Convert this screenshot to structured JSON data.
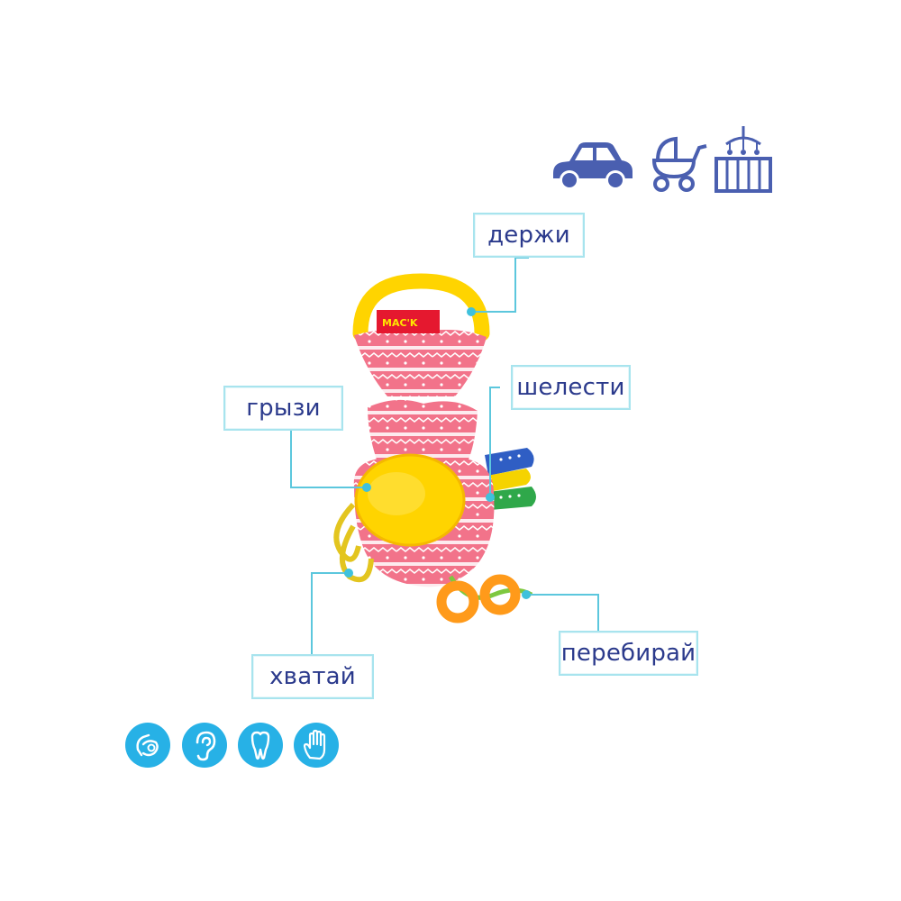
{
  "brand": "MAC'K",
  "labels": {
    "hold": "держи",
    "rustle": "шелести",
    "chew": "грызи",
    "sort": "перебирай",
    "grab": "хватай"
  },
  "usage_icons": [
    "car-icon",
    "stroller-icon",
    "crib-icon"
  ],
  "sense_icons": [
    "eye-hand-icon",
    "ear-icon",
    "tooth-icon",
    "hand-icon"
  ],
  "colors": {
    "label_text": "#2b3a8c",
    "label_border": "#a8e4ee",
    "callout_line": "#5cc7dd",
    "usage_icons": "#4a5fb0",
    "sense_bg": "#27b1e6",
    "toy_pink": "#f2738a",
    "ring_yellow": "#ffd400"
  }
}
